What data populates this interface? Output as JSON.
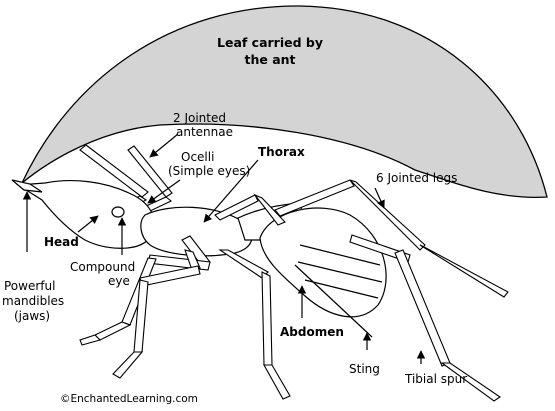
{
  "diagram": {
    "leaf_label_line1": "Leaf carried by",
    "leaf_label_line2": "the ant",
    "labels": {
      "antennae_line1": "2 Jointed",
      "antennae_line2": "antennae",
      "ocelli_line1": "Ocelli",
      "ocelli_line2": "(Simple eyes)",
      "thorax": "Thorax",
      "legs": "6 Jointed legs",
      "head": "Head",
      "compound_line1": "Compound",
      "compound_line2": "eye",
      "mandibles_line1": "Powerful",
      "mandibles_line2": "mandibles",
      "mandibles_line3": "(jaws)",
      "abdomen": "Abdomen",
      "sting": "Sting",
      "tibial_spur": "Tibial spur"
    },
    "copyright": "©EnchantedLearning.com",
    "colors": {
      "leaf_fill": "#d4d4d4",
      "outline": "#000000",
      "background": "#ffffff"
    }
  }
}
